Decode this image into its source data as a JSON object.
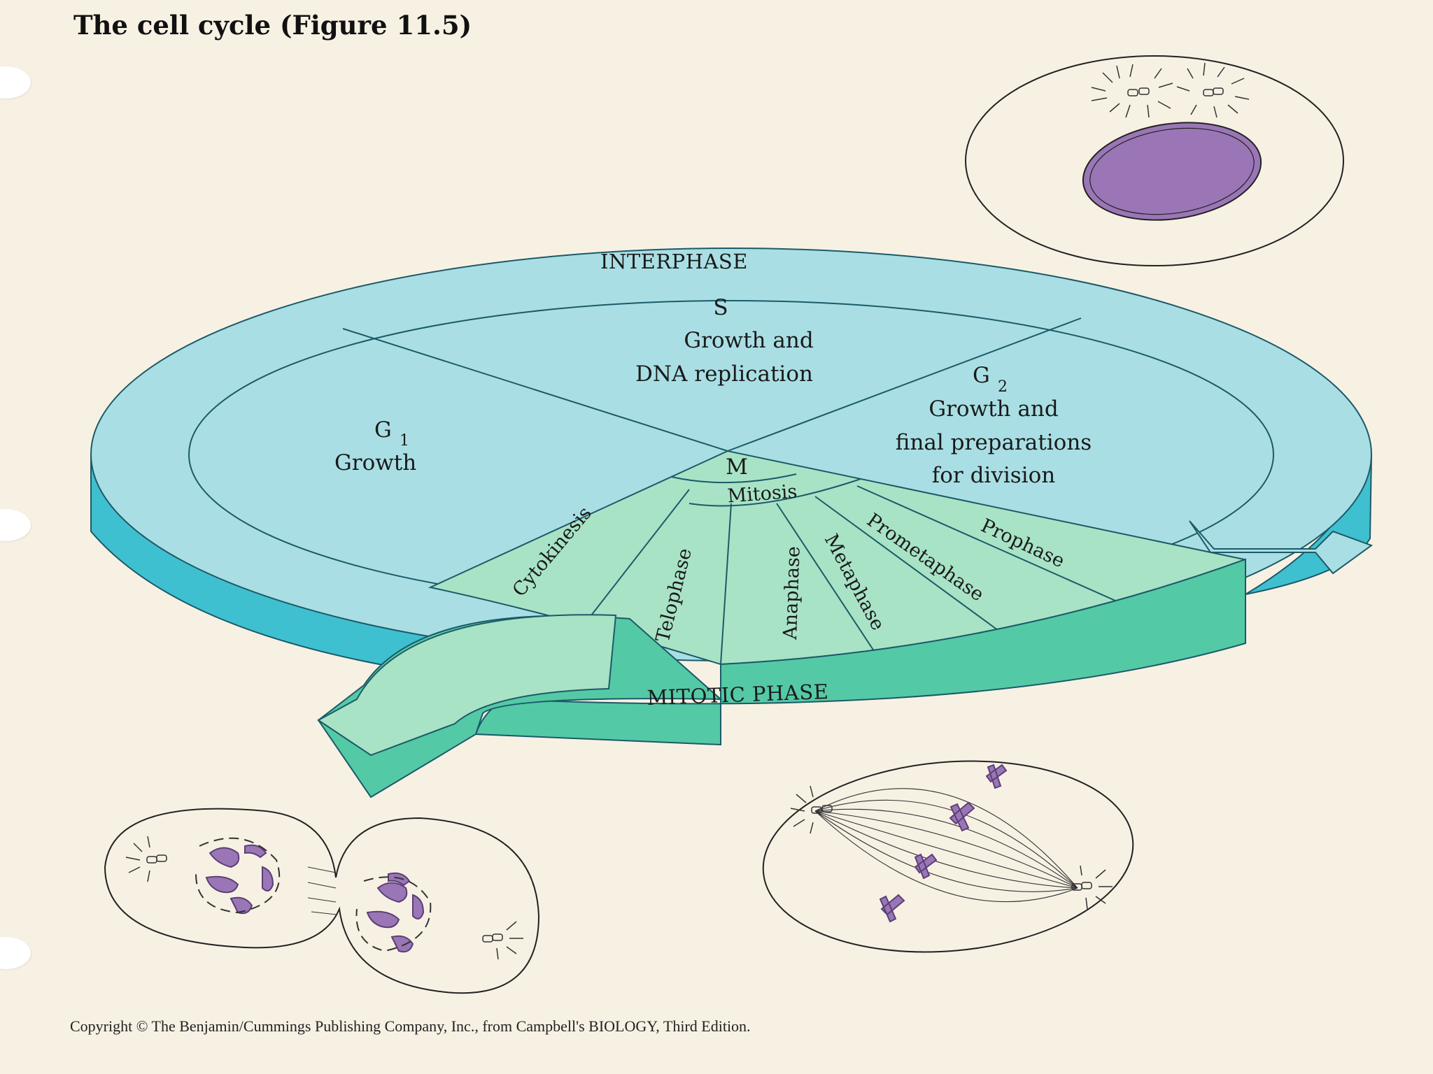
{
  "title": "The cell cycle (Figure 11.5)",
  "copyright": "Copyright © The Benjamin/Cummings Publishing Company, Inc., from Campbell's BIOLOGY, Third Edition.",
  "interphase": {
    "label": "INTERPHASE",
    "s_phase": {
      "name": "S",
      "line1": "Growth and",
      "line2": "DNA replication"
    },
    "g1_phase": {
      "name": "G",
      "sub": "1",
      "desc": "Growth"
    },
    "g2_phase": {
      "name": "G",
      "sub": "2",
      "line1": "Growth and",
      "line2": "final preparations",
      "line3": "for division"
    }
  },
  "mitotic": {
    "label": "MITOTIC PHASE",
    "m": "M",
    "mitosis": "Mitosis",
    "stages": [
      "Cytokinesis",
      "Telophase",
      "Anaphase",
      "Metaphase",
      "Prometaphase",
      "Prophase"
    ]
  },
  "colors": {
    "interphase_fill": "#a9dfe4",
    "interphase_side": "#3fc0d0",
    "mitotic_fill": "#a8e3c6",
    "mitotic_side": "#54c9a5",
    "chromosome": "#9a76b6",
    "background": "#f7f1e4"
  }
}
